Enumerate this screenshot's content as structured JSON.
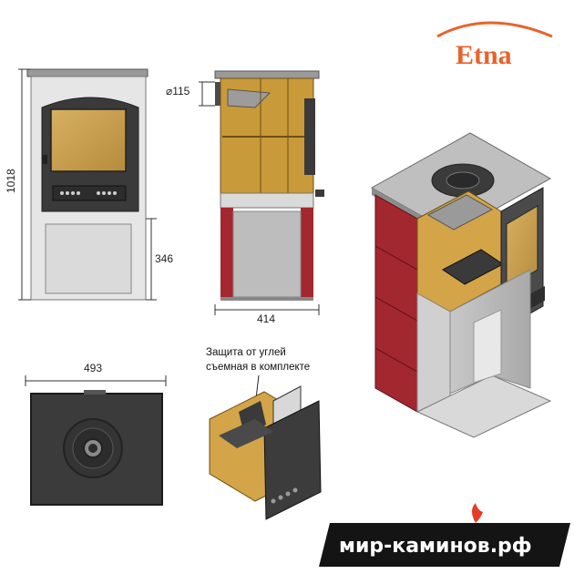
{
  "brand": {
    "name": "Etna",
    "color": "#e8632b"
  },
  "dimensions": {
    "height_total": "1018",
    "height_base": "346",
    "depth": "414",
    "width": "493",
    "pipe": "⌀115"
  },
  "note": {
    "line1": "Защита от углей",
    "line2": "съемная в комплекте"
  },
  "footer": {
    "site": "мир-каминов.рф",
    "flame_icon": "flame-icon"
  },
  "colors": {
    "brick_red": "#a3272f",
    "firebrick": "#c99a3a",
    "steel": "#b9b9b9",
    "cast_iron": "#3a3a3a"
  }
}
